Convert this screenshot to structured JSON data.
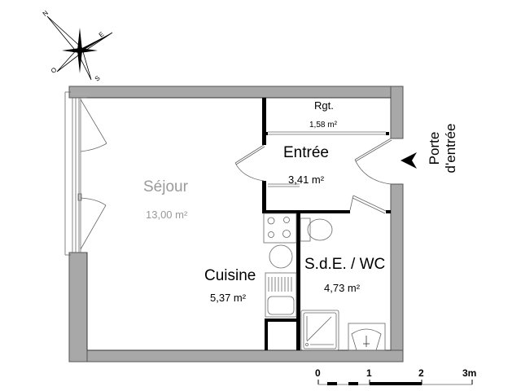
{
  "plan": {
    "type": "apartment-floor-plan",
    "colors": {
      "exterior_wall": "#a8a8a8",
      "interior_wall": "#000000",
      "fixture_stroke": "#777777",
      "sejour_text": "#9a9a9a"
    },
    "rooms": [
      {
        "id": "sejour",
        "name": "Séjour",
        "area": "13,00 m²"
      },
      {
        "id": "rgt",
        "name": "Rgt.",
        "area": "1,58 m²"
      },
      {
        "id": "entree",
        "name": "Entrée",
        "area": "3,41 m²"
      },
      {
        "id": "cuisine",
        "name": "Cuisine",
        "area": "5,37 m²"
      },
      {
        "id": "sde_wc",
        "name": "S.d.E. / WC",
        "area": "4,73 m²"
      }
    ],
    "entrance": {
      "line1": "Porte",
      "line2": "d'entrée"
    }
  },
  "compass": {
    "n": "N",
    "e": "E",
    "s": "S",
    "o": "O"
  },
  "scale_bar": {
    "ticks": [
      "0",
      "1",
      "2",
      "3m"
    ]
  }
}
